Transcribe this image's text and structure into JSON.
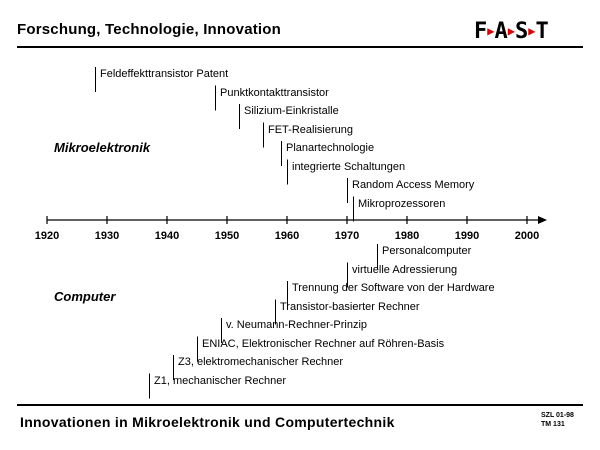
{
  "header": {
    "title": "Forschung, Technologie, Innovation"
  },
  "logo": {
    "letters": [
      "F",
      "A",
      "S",
      "T"
    ]
  },
  "sections": {
    "microelectronics": "Mikroelektronik",
    "computer": "Computer"
  },
  "timeline": {
    "start_year": 1920,
    "end_year": 2000,
    "ticks": [
      "1920",
      "1930",
      "1940",
      "1950",
      "1960",
      "1970",
      "1980",
      "1990",
      "2000"
    ]
  },
  "events_above": [
    {
      "year": 1928,
      "label": "Feldeffekttransistor Patent"
    },
    {
      "year": 1948,
      "label": "Punktkontakttransistor"
    },
    {
      "year": 1952,
      "label": "Silizium-Einkristalle"
    },
    {
      "year": 1956,
      "label": "FET-Realisierung"
    },
    {
      "year": 1959,
      "label": "Planartechnologie"
    },
    {
      "year": 1960,
      "label": "integrierte Schaltungen"
    },
    {
      "year": 1970,
      "label": "Random Access Memory"
    },
    {
      "year": 1971,
      "label": "Mikroprozessoren"
    }
  ],
  "events_below": [
    {
      "year": 1975,
      "label": "Personalcomputer"
    },
    {
      "year": 1970,
      "label": "virtuelle Adressierung"
    },
    {
      "year": 1960,
      "label": "Trennung der Software von der Hardware"
    },
    {
      "year": 1958,
      "label": "Transistor-basierter Rechner"
    },
    {
      "year": 1949,
      "label": "v. Neumann-Rechner-Prinzip"
    },
    {
      "year": 1945,
      "label": "ENIAC, Elektronischer Rechner auf Röhren-Basis"
    },
    {
      "year": 1941,
      "label": "Z3, elektromechanischer Rechner"
    },
    {
      "year": 1937,
      "label": "Z1, mechanischer Rechner"
    }
  ],
  "footer": {
    "title": "Innovationen in Mikroelektronik und Computertechnik",
    "code_line1": "SZL 01-98",
    "code_line2": "TM 131"
  }
}
